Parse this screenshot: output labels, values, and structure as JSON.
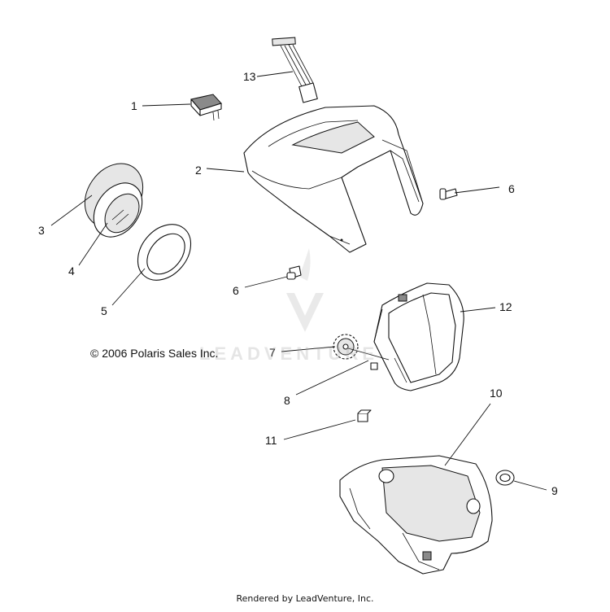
{
  "callouts": [
    {
      "id": "1",
      "label": "1"
    },
    {
      "id": "2",
      "label": "2"
    },
    {
      "id": "3",
      "label": "3"
    },
    {
      "id": "4",
      "label": "4"
    },
    {
      "id": "5",
      "label": "5"
    },
    {
      "id": "6a",
      "label": "6"
    },
    {
      "id": "6b",
      "label": "6"
    },
    {
      "id": "7",
      "label": "7"
    },
    {
      "id": "8",
      "label": "8"
    },
    {
      "id": "9",
      "label": "9"
    },
    {
      "id": "10",
      "label": "10"
    },
    {
      "id": "11",
      "label": "11"
    },
    {
      "id": "12",
      "label": "12"
    },
    {
      "id": "13",
      "label": "13"
    }
  ],
  "copyright": "© 2006 Polaris Sales Inc.",
  "footer": "Rendered by LeadVenture, Inc.",
  "watermark": "LEADVENTURE"
}
